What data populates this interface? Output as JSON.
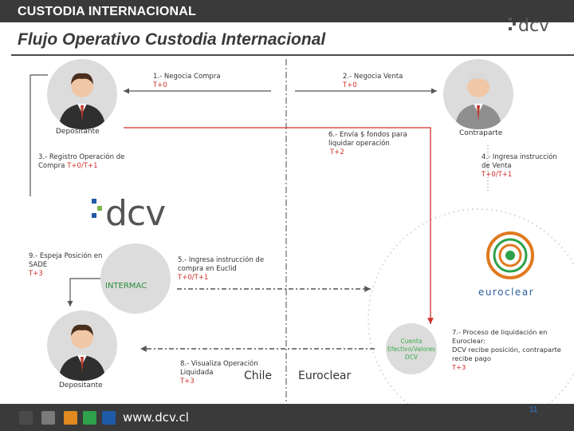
{
  "header": {
    "title": "CUSTODIA INTERNACIONAL"
  },
  "brand": {
    "text": "dcv"
  },
  "slide": {
    "title": "Flujo Operativo Custodia Internacional",
    "page_number": "11"
  },
  "actors": {
    "depositante_top": "Depositante",
    "contraparte": "Contraparte",
    "depositante_bottom": "Depositante",
    "intermac": "INTERMAC"
  },
  "steps": {
    "s1": {
      "label": "1.- Negocia Compra",
      "time": "T+0"
    },
    "s2": {
      "label": "2.- Negocia Venta",
      "time": "T+0"
    },
    "s3": {
      "label_l1": "3.- Registro Operación de",
      "label_l2": "Compra",
      "time": "T+0/T+1"
    },
    "s4": {
      "label_l1": "4.- Ingresa instrucción",
      "label_l2": "de Venta",
      "time": "T+0/T+1"
    },
    "s5": {
      "label_l1": "5.- Ingresa instrucción de",
      "label_l2": "compra en Euclid",
      "time": "T+0/T+1"
    },
    "s6": {
      "label_l1": "6.- Envía $ fondos para",
      "label_l2": "liquidar operación",
      "time": "T+2"
    },
    "s7": {
      "label_l1": "7.- Proceso de liquidación en",
      "label_l2": "Euroclear:",
      "label_l3": "DCV recibe posición, contraparte",
      "label_l4": "recibe pago",
      "time": "T+3"
    },
    "s8": {
      "label_l1": "8.- Visualiza Operación",
      "label_l2": "Liquidada",
      "time": "T+3"
    },
    "s9": {
      "label_l1": "9.- Espeja Posición en",
      "label_l2": "SADE",
      "time": "T+3"
    }
  },
  "regions": {
    "left": "Chile",
    "right": "Euroclear"
  },
  "account": {
    "l1": "Cuenta",
    "l2": "Efectivo/Valores",
    "l3": "DCV"
  },
  "euroclear_logo": {
    "text": "euroclear"
  },
  "footer": {
    "url": "www.dcv.cl"
  },
  "colors": {
    "header": "#3a3a3a",
    "accent_red": "#d0312d",
    "euroclear_orange": "#e07a1f",
    "euroclear_green": "#2ea14a",
    "dcv_blue": "#1f5aa8",
    "account_green": "#3daa4a"
  }
}
